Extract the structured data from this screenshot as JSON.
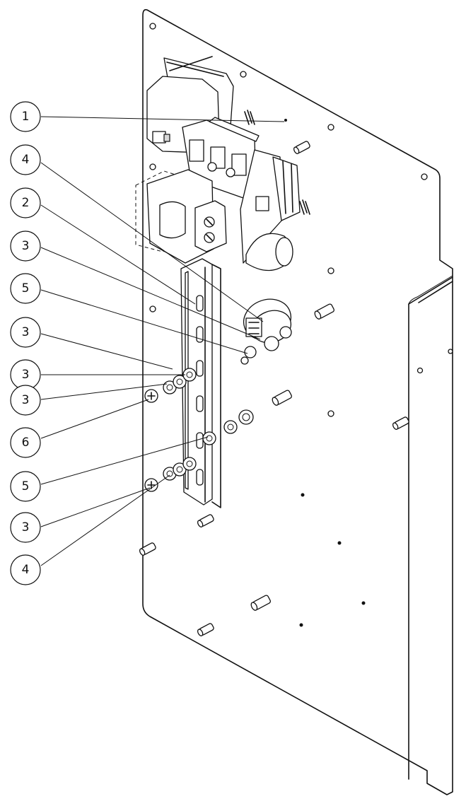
{
  "callouts": [
    {
      "label": "1"
    },
    {
      "label": "4"
    },
    {
      "label": "2"
    },
    {
      "label": "3"
    },
    {
      "label": "5"
    },
    {
      "label": "3"
    },
    {
      "label": "3"
    },
    {
      "label": "3"
    },
    {
      "label": "6"
    },
    {
      "label": "5"
    },
    {
      "label": "3"
    },
    {
      "label": "4"
    }
  ]
}
